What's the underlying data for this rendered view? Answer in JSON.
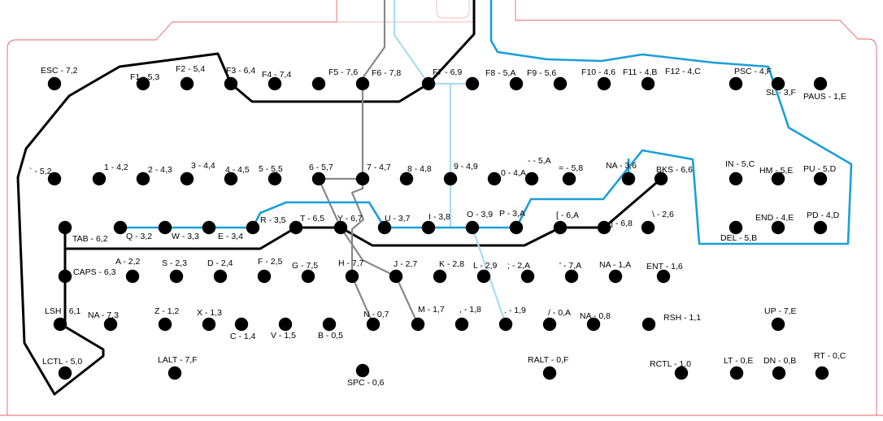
{
  "colors": {
    "outline": "#e06666",
    "pad": "#000000",
    "trace_black": "#000000",
    "trace_gray": "#888888",
    "trace_light_blue": "#a8dcef",
    "trace_blue": "#1a9fd8"
  },
  "pads": [
    {
      "id": "esc",
      "label": "ESC - 7,2"
    },
    {
      "id": "f1",
      "label": "F1 - 5,3"
    },
    {
      "id": "f2",
      "label": "F2 - 5,4"
    },
    {
      "id": "f3",
      "label": "F3 - 6,4"
    },
    {
      "id": "f4",
      "label": "F4 - 7,4"
    },
    {
      "id": "f5",
      "label": "F5 - 7,6"
    },
    {
      "id": "f6",
      "label": "F6 - 7,8"
    },
    {
      "id": "f7",
      "label": "F7 - 6,9"
    },
    {
      "id": "f8",
      "label": "F8 - 5,A"
    },
    {
      "id": "f9",
      "label": "F9 - 5,6"
    },
    {
      "id": "f10",
      "label": "F10 - 4,6"
    },
    {
      "id": "f11",
      "label": "F11 - 4,B"
    },
    {
      "id": "f12",
      "label": "F12 - 4,C"
    },
    {
      "id": "psc",
      "label": "PSC - 4,F"
    },
    {
      "id": "sl",
      "label": "SL - 3,F"
    },
    {
      "id": "paus",
      "label": "PAUS - 1,E"
    },
    {
      "id": "tilde",
      "label": "` - 5,2"
    },
    {
      "id": "k1",
      "label": "1 - 4,2"
    },
    {
      "id": "k2",
      "label": "2 - 4,3"
    },
    {
      "id": "k3",
      "label": "3 - 4,4"
    },
    {
      "id": "k4",
      "label": "4 - 4,5"
    },
    {
      "id": "k5",
      "label": "5 - 5,5"
    },
    {
      "id": "k6",
      "label": "6 - 5,7"
    },
    {
      "id": "k7",
      "label": "7 - 4,7"
    },
    {
      "id": "k8",
      "label": "8 - 4,8"
    },
    {
      "id": "k9",
      "label": "9 - 4,9"
    },
    {
      "id": "k0",
      "label": "0 - 4,A"
    },
    {
      "id": "minus",
      "label": "- - 5,A"
    },
    {
      "id": "equal",
      "label": "= - 5,8"
    },
    {
      "id": "na36",
      "label": "NA - 3,6"
    },
    {
      "id": "bks",
      "label": "BKS - 6,6"
    },
    {
      "id": "ins",
      "label": "IN - 5,C"
    },
    {
      "id": "hm",
      "label": "HM - 5,E"
    },
    {
      "id": "pu",
      "label": "PU - 5,D"
    },
    {
      "id": "tab",
      "label": "TAB - 6,2"
    },
    {
      "id": "q",
      "label": "Q - 3,2"
    },
    {
      "id": "w",
      "label": "W - 3,3"
    },
    {
      "id": "e",
      "label": "E - 3,4"
    },
    {
      "id": "r",
      "label": "R - 3,5"
    },
    {
      "id": "t",
      "label": "T - 6,5"
    },
    {
      "id": "y",
      "label": "Y - 6,7"
    },
    {
      "id": "u",
      "label": "U - 3,7"
    },
    {
      "id": "i",
      "label": "I - 3,8"
    },
    {
      "id": "o",
      "label": "O - 3,9"
    },
    {
      "id": "p",
      "label": "P - 3,A"
    },
    {
      "id": "lbr",
      "label": "[ - 6,A"
    },
    {
      "id": "rbr",
      "label": "] - 6,8"
    },
    {
      "id": "bsl",
      "label": "\\ - 2,6"
    },
    {
      "id": "del",
      "label": "DEL - 5,B"
    },
    {
      "id": "end",
      "label": "END - 4,E"
    },
    {
      "id": "pd",
      "label": "PD - 4,D"
    },
    {
      "id": "caps",
      "label": "CAPS - 6,3"
    },
    {
      "id": "a",
      "label": "A - 2,2"
    },
    {
      "id": "s",
      "label": "S - 2,3"
    },
    {
      "id": "d",
      "label": "D - 2,4"
    },
    {
      "id": "f",
      "label": "F - 2,5"
    },
    {
      "id": "g",
      "label": "G - 7,5"
    },
    {
      "id": "h",
      "label": "H - 7,7"
    },
    {
      "id": "j",
      "label": "J - 2,7"
    },
    {
      "id": "k",
      "label": "K - 2,8"
    },
    {
      "id": "l",
      "label": "L - 2,9"
    },
    {
      "id": "semi",
      "label": "; - 2,A"
    },
    {
      "id": "quote",
      "label": "' - 7,A"
    },
    {
      "id": "na1a",
      "label": "NA - 1,A"
    },
    {
      "id": "ent",
      "label": "ENT - 1,6"
    },
    {
      "id": "lsh",
      "label": "LSH - 6,1"
    },
    {
      "id": "na73",
      "label": "NA - 7,3"
    },
    {
      "id": "z",
      "label": "Z - 1,2"
    },
    {
      "id": "x",
      "label": "X - 1,3"
    },
    {
      "id": "c",
      "label": "C - 1,4"
    },
    {
      "id": "v",
      "label": "V - 1,5"
    },
    {
      "id": "b",
      "label": "B - 0,5"
    },
    {
      "id": "n",
      "label": "N - 0,7"
    },
    {
      "id": "m",
      "label": "M - 1,7"
    },
    {
      "id": "comma",
      "label": ", - 1,8"
    },
    {
      "id": "period",
      "label": ". - 1,9"
    },
    {
      "id": "slash",
      "label": "/ - 0,A"
    },
    {
      "id": "na08",
      "label": "NA - 0,8"
    },
    {
      "id": "rsh",
      "label": "RSH - 1,1"
    },
    {
      "id": "up",
      "label": "UP - 7,E"
    },
    {
      "id": "lctl",
      "label": "LCTL - 5,0"
    },
    {
      "id": "lalt",
      "label": "LALT - 7,F"
    },
    {
      "id": "spc",
      "label": "SPC - 0,6"
    },
    {
      "id": "ralt",
      "label": "RALT - 0,F"
    },
    {
      "id": "rctl",
      "label": "RCTL - 1,0"
    },
    {
      "id": "lt",
      "label": "LT - 0,E"
    },
    {
      "id": "dn",
      "label": "DN - 0,B"
    },
    {
      "id": "rt",
      "label": "RT - 0,C"
    }
  ]
}
